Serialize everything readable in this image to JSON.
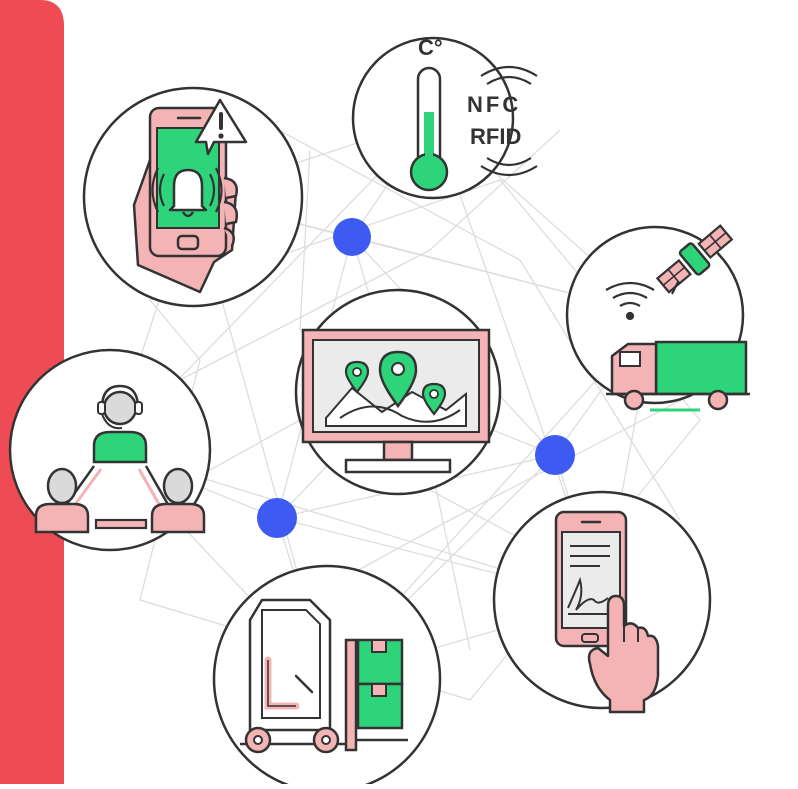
{
  "colors": {
    "accent_red": "#EF4B55",
    "green": "#2ED47A",
    "pink": "#F4B3B5",
    "blue_node": "#3D5AF1",
    "outline": "#333333",
    "mesh": "#DCDCDC",
    "screen_bg": "#EBEBEB"
  },
  "illustration": {
    "sensor_unit_label": "C°",
    "nfc_label": "NFC",
    "rfid_label": "RFID"
  },
  "icons": [
    "smartphone-alert-icon",
    "thermometer-icon",
    "nfc-rfid-icon",
    "satellite-truck-icon",
    "monitor-map-icon",
    "team-network-icon",
    "forklift-icon",
    "e-signature-icon",
    "network-node-icon"
  ]
}
